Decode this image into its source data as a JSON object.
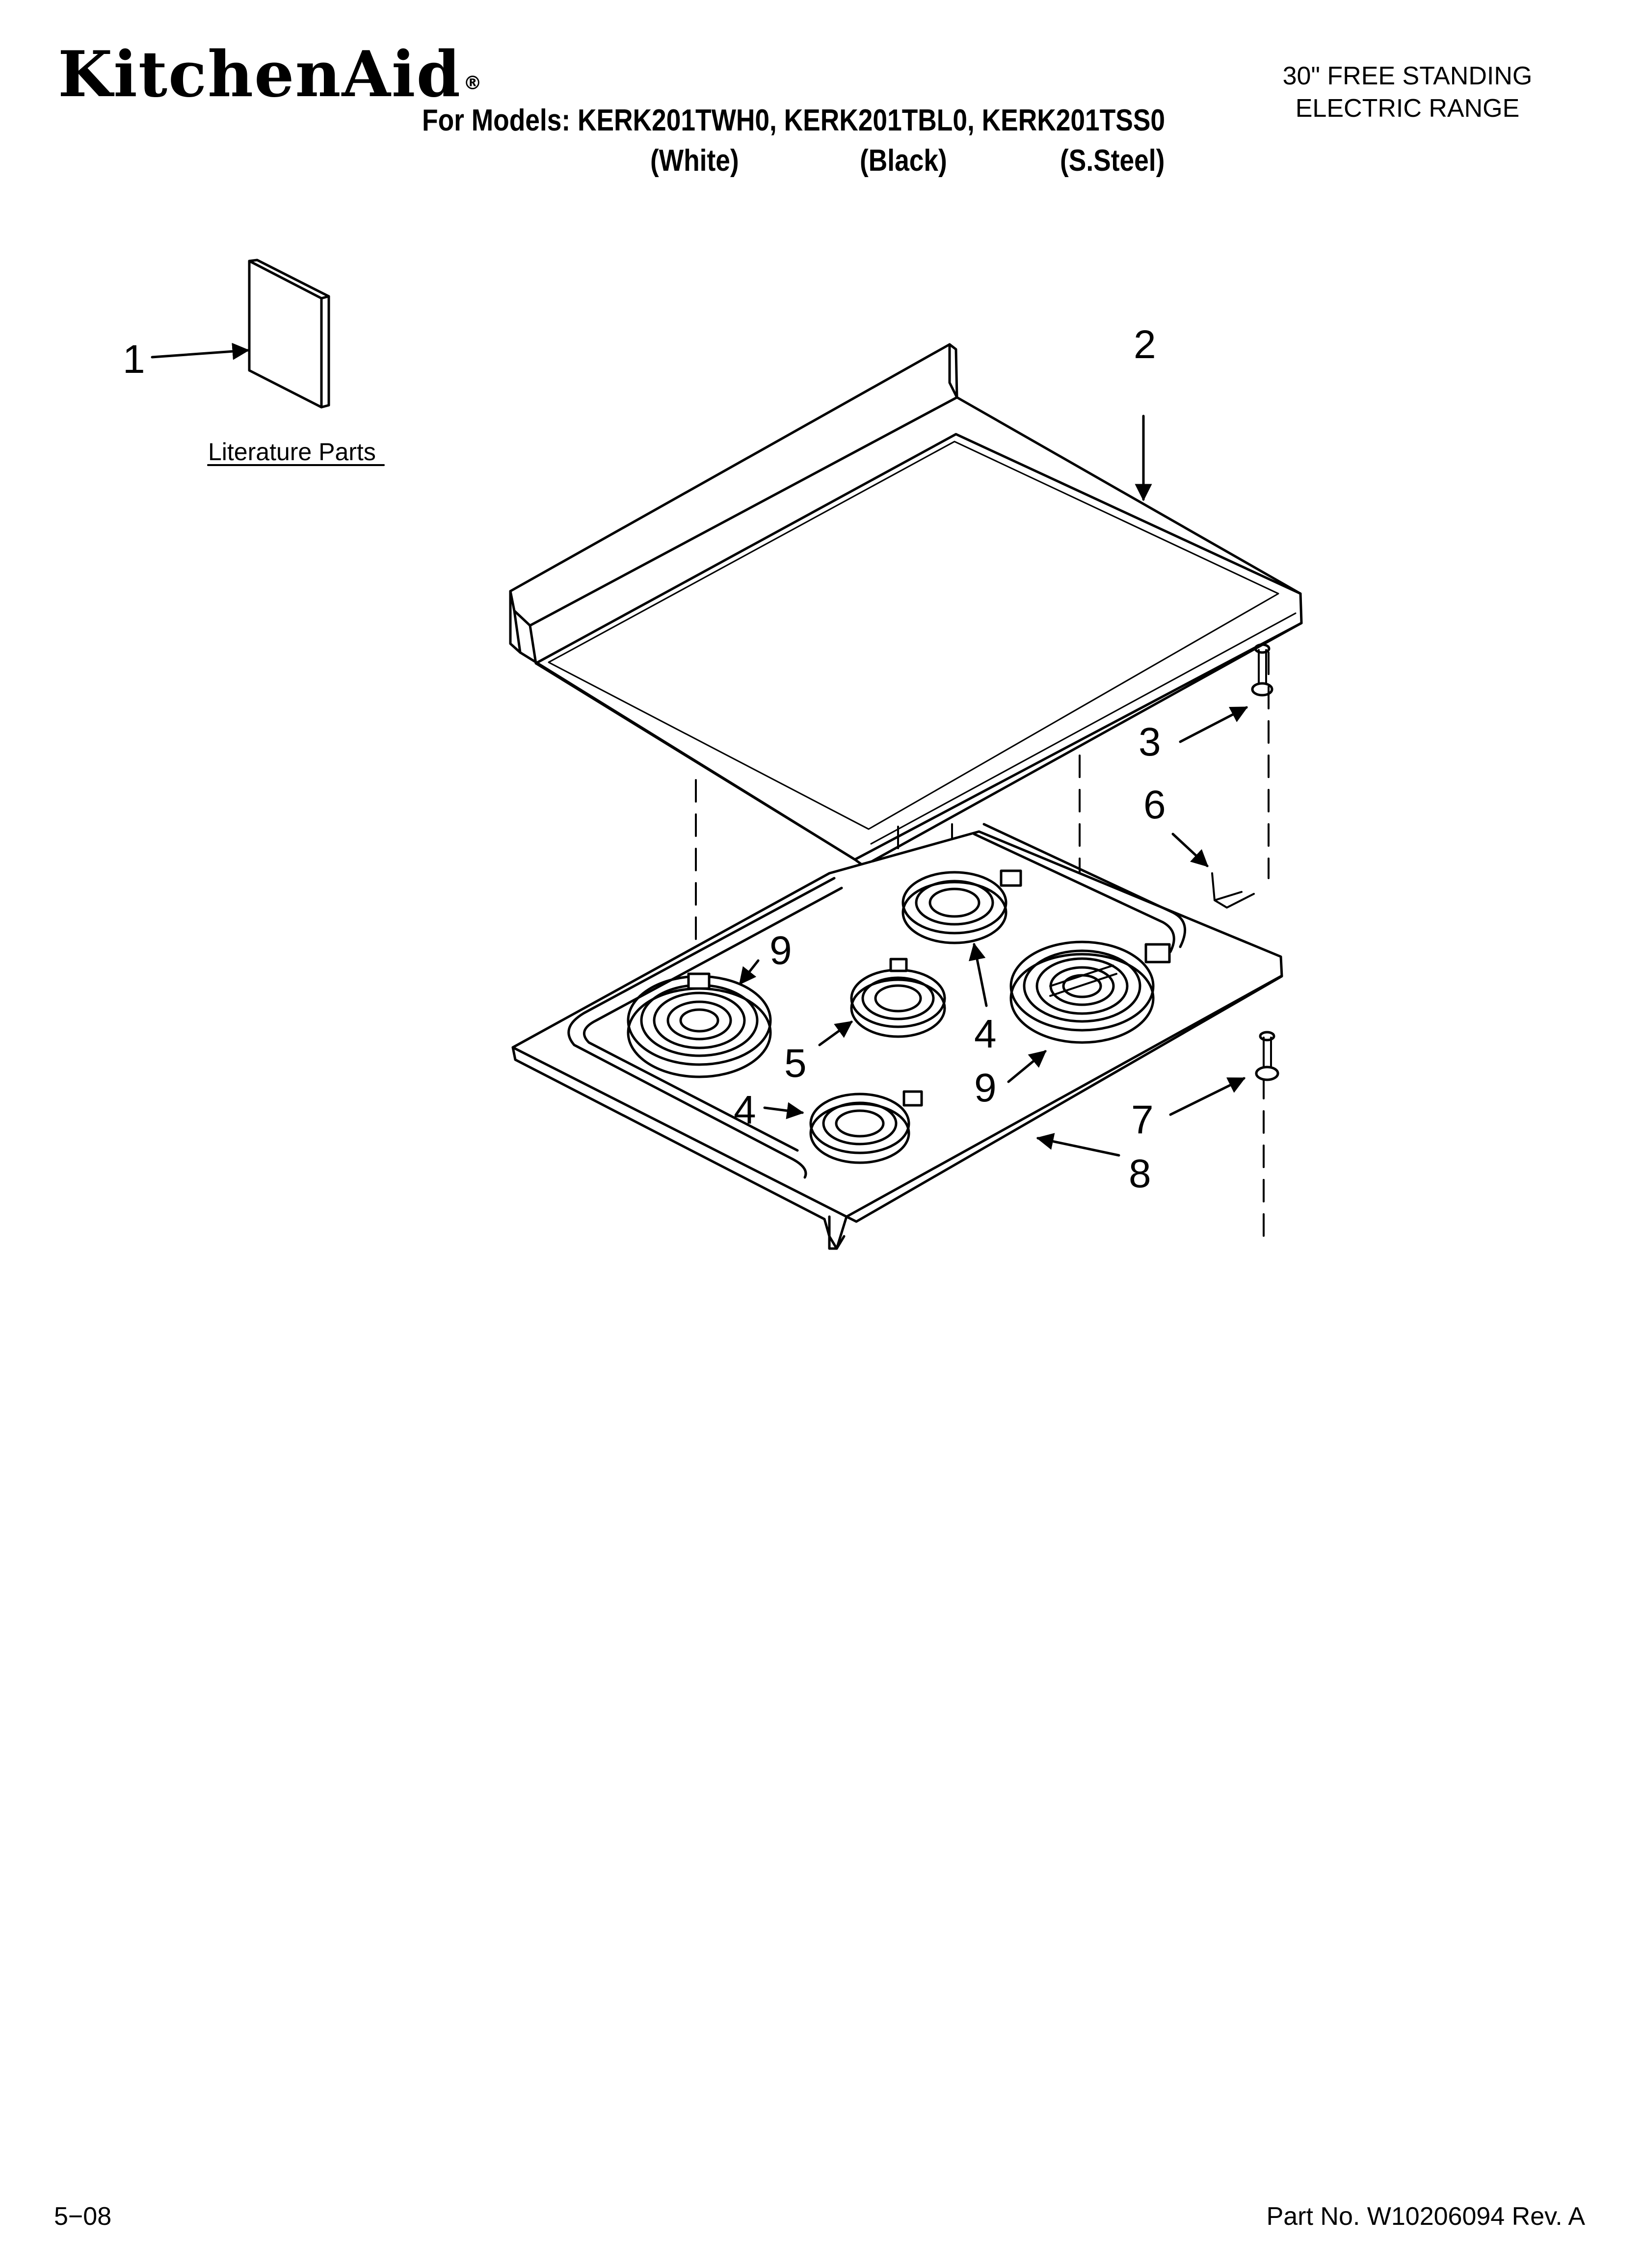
{
  "header": {
    "brand": "KitchenAid",
    "brand_mark": "®",
    "models_line": "For Models: KERK201TWH0, KERK201TBL0, KERK201TSS0",
    "variants": [
      "(White)",
      "(Black)",
      "(S.Steel)"
    ],
    "product_type": [
      "30\" FREE STANDING",
      "ELECTRIC RANGE"
    ]
  },
  "diagram": {
    "literature_label": "Literature Parts",
    "callouts": [
      "1",
      "2",
      "3",
      "6",
      "9",
      "5",
      "4",
      "4",
      "9",
      "7",
      "8"
    ]
  },
  "footer": {
    "date_code": "5−08",
    "part_number": "Part No. W10206094 Rev. A"
  }
}
